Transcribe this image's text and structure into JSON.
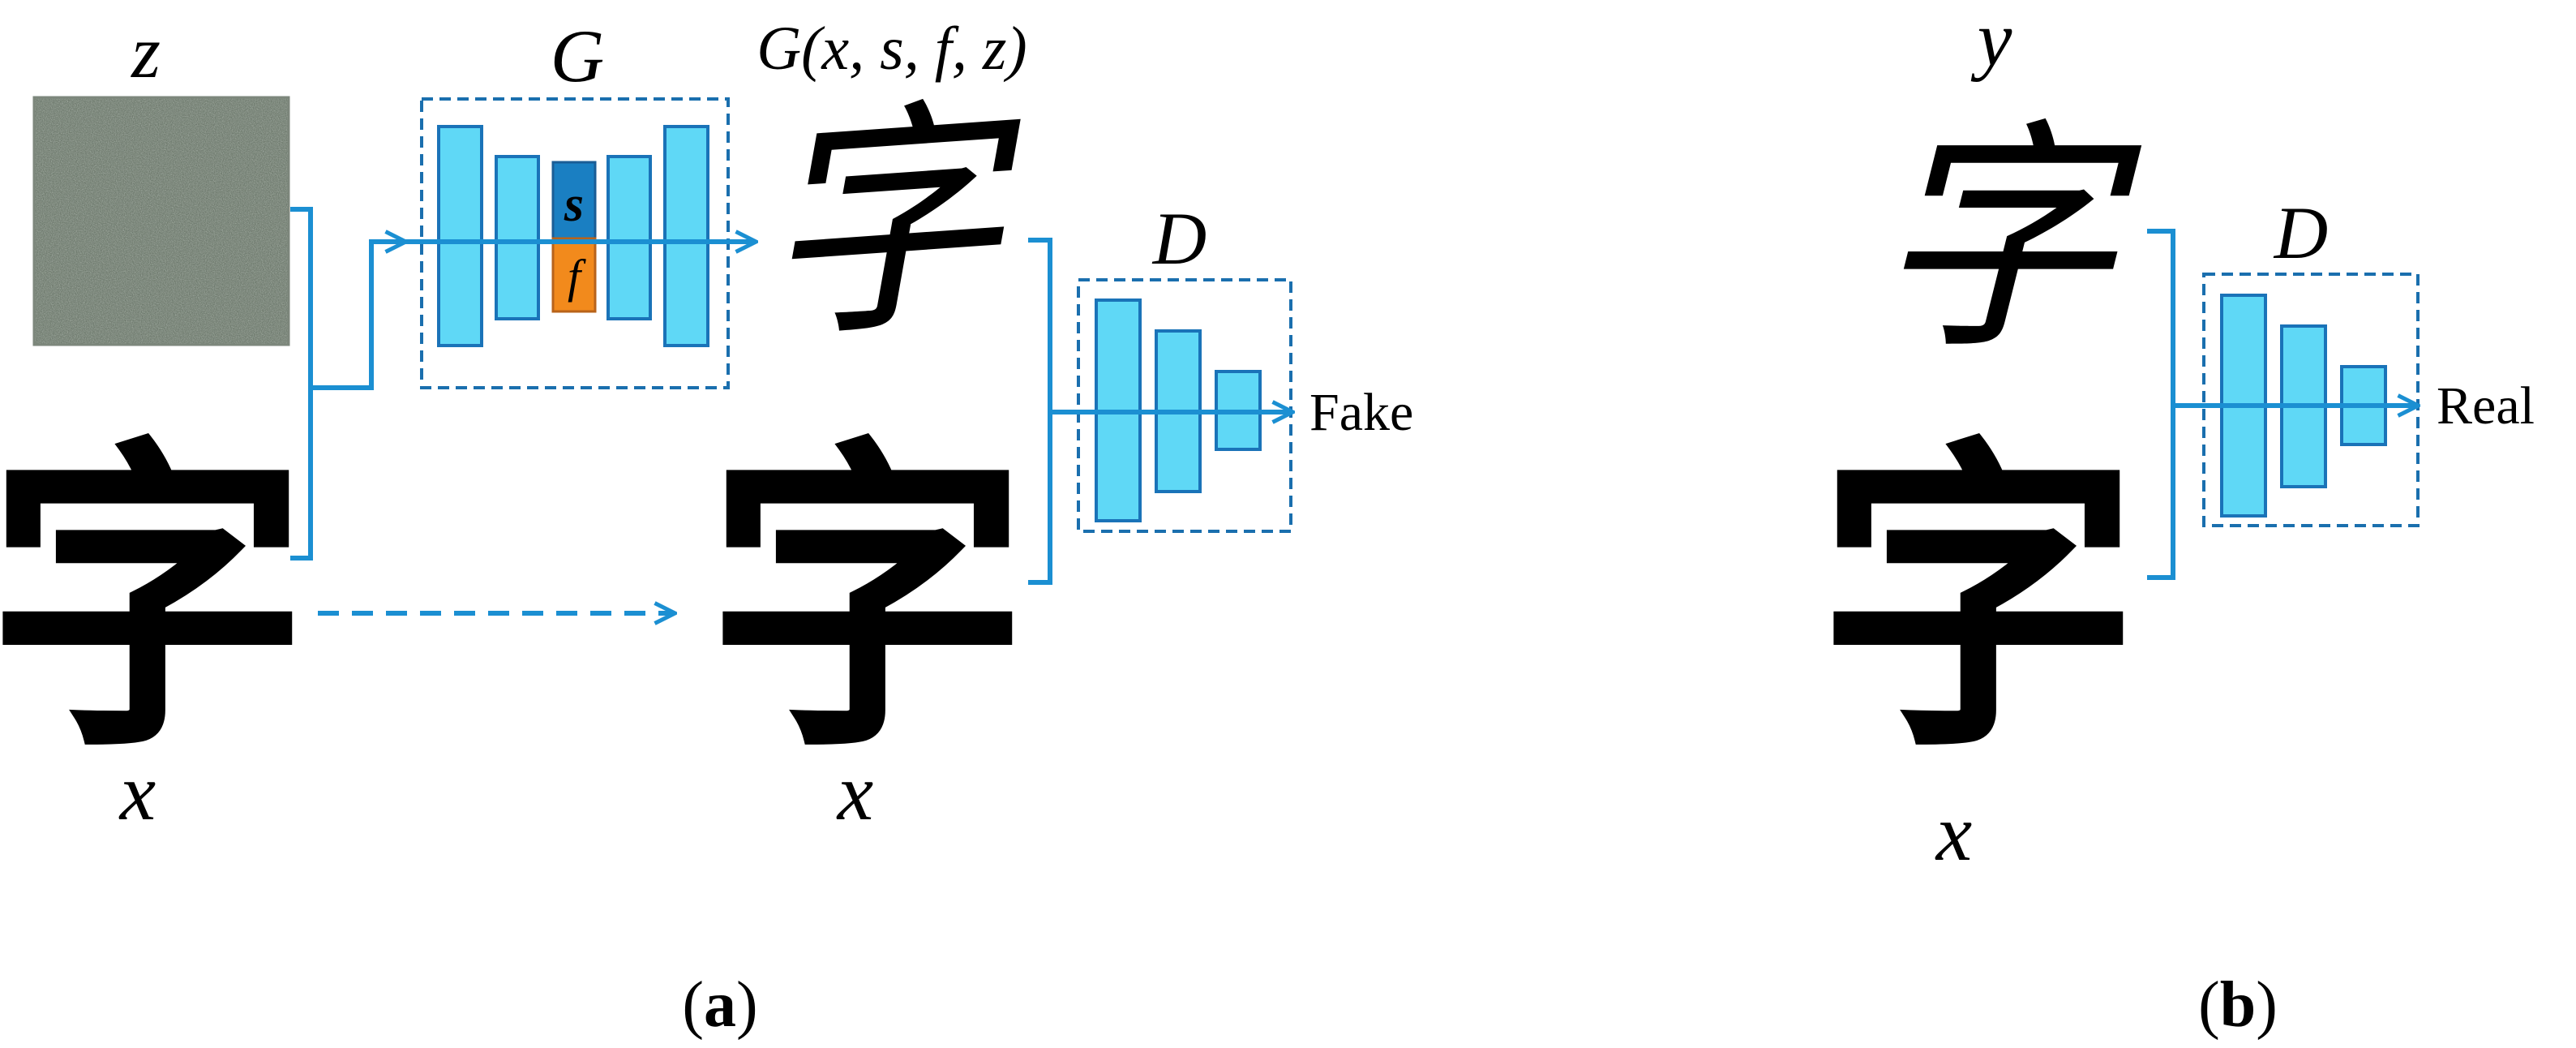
{
  "panel_a": {
    "noise_label": "z",
    "generator_label": "G",
    "style_label": "s",
    "font_label": "f",
    "generated_label": "G(x, s, f, z)",
    "generated_glyph": "字",
    "source_glyph": "字",
    "source_label": "x",
    "copied_glyph": "字",
    "copied_label": "x",
    "discriminator_label": "D",
    "output_label": "Fake",
    "caption": "(a)"
  },
  "panel_b": {
    "target_label": "y",
    "target_glyph": "字",
    "source_glyph": "字",
    "source_label": "x",
    "discriminator_label": "D",
    "output_label": "Real",
    "caption": "(b)"
  },
  "colors": {
    "layer_fill": "#5fd8f6",
    "style_code": "#1a7fc2",
    "font_code": "#f28a1c",
    "flow_line": "#1b8fd2",
    "noise_base": "#5d6a5c"
  },
  "icons": {
    "arrow": "arrow-right-icon",
    "noise": "noise-patch"
  }
}
